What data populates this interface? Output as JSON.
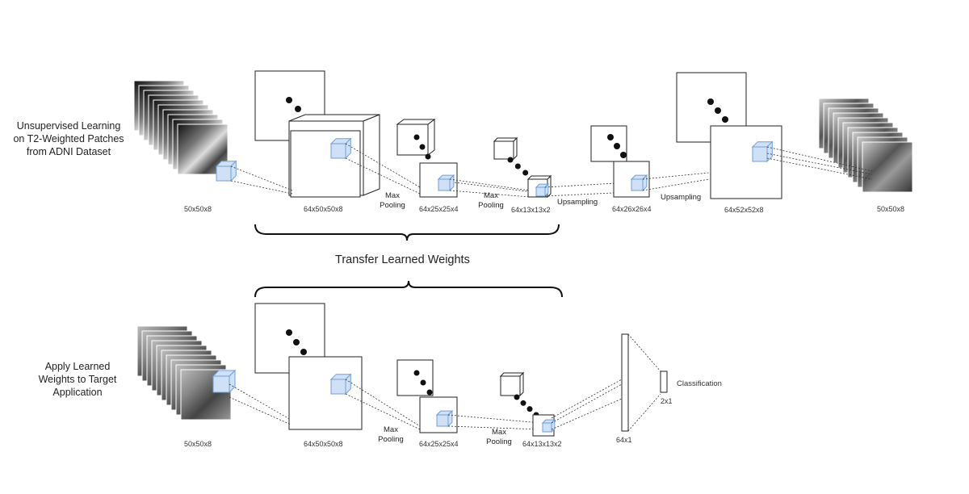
{
  "top_row": {
    "description_lines": [
      "Unsupervised Learning",
      "on T2-Weighted Patches",
      "from ADNI Dataset"
    ],
    "dims": {
      "input": "50x50x8",
      "conv1": "64x50x50x8",
      "pool1": "64x25x25x4",
      "pool2": "64x13x13x2",
      "up1": "64x26x26x4",
      "up2": "64x52x52x8",
      "output": "50x50x8"
    },
    "ops": {
      "pool1": [
        "Max",
        "Pooling"
      ],
      "pool2": [
        "Max",
        "Pooling"
      ],
      "up1": "Upsampling",
      "up2": "Upsampling"
    }
  },
  "transfer_label": "Transfer Learned Weights",
  "bottom_row": {
    "description_lines": [
      "Apply Learned",
      "Weights to Target",
      "Application"
    ],
    "dims": {
      "input": "50x50x8",
      "conv1": "64x50x50x8",
      "pool1": "64x25x25x4",
      "pool2": "64x13x13x2",
      "fc": "64x1",
      "out": "2x1"
    },
    "ops": {
      "pool1": [
        "Max",
        "Pooling"
      ],
      "pool2": [
        "Max",
        "Pooling"
      ]
    },
    "output_label": "Classification"
  },
  "colors": {
    "line": "#222222",
    "kernel_fill": "#cfe0f7",
    "kernel_stroke": "#6f9fd8"
  }
}
